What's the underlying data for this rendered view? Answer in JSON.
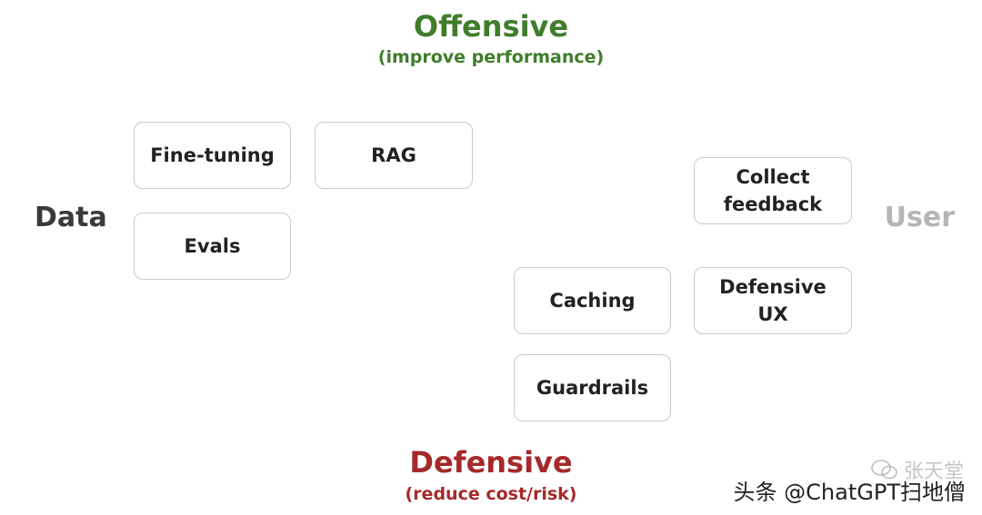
{
  "top": {
    "title": "Offensive",
    "subtitle": "(improve performance)"
  },
  "bottom": {
    "title": "Defensive",
    "subtitle": "(reduce cost/risk)"
  },
  "axis": {
    "left": "Data",
    "right": "User"
  },
  "boxes": {
    "finetune": "Fine-tuning",
    "rag": "RAG",
    "evals": "Evals",
    "collect_line1": "Collect",
    "collect_line2": "feedback",
    "caching": "Caching",
    "defux_line1": "Defensive",
    "defux_line2": "UX",
    "guardrails": "Guardrails"
  },
  "watermark": {
    "main": "头条 @ChatGPT扫地僧",
    "overlay": "张天堂"
  },
  "colors": {
    "offensive": "#3f7d2b",
    "defensive": "#a52a2a",
    "data_axis": "#3a3a3a",
    "user_axis": "#b5b5b5"
  }
}
